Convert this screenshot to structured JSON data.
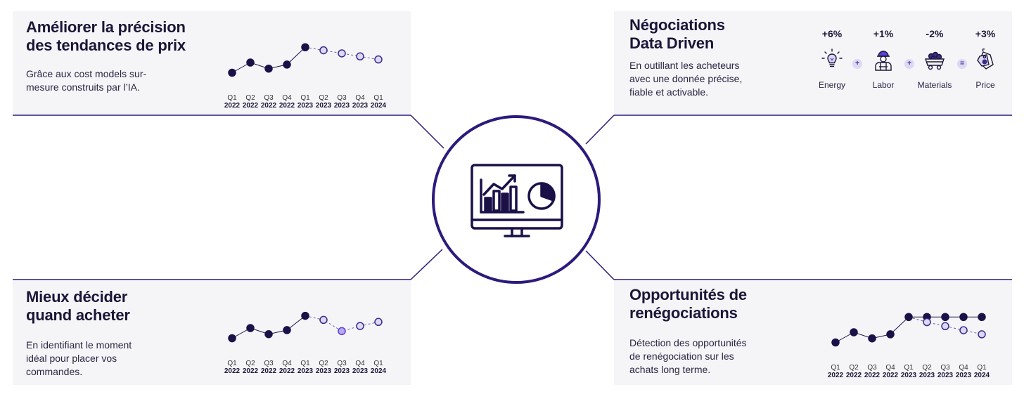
{
  "colors": {
    "accent": "#2d1a7c",
    "dark_point": "#1b1148",
    "forecast_fill": "#ddd8f3",
    "highlight_fill": "#b9a7f2",
    "panel_bg": "#f5f5f8"
  },
  "cards": {
    "top_left": {
      "title_line1": "Améliorer la précision",
      "title_line2": "des tendances de prix",
      "desc_line1": "Grâce aux cost models sur-",
      "desc_line2": "mesure construits par l’IA."
    },
    "top_right": {
      "title_line1": "Négociations",
      "title_line2": "Data Driven",
      "desc_line1": "En outillant les acheteurs",
      "desc_line2": "avec une donnée précise,",
      "desc_line3": "fiable et activable.",
      "factors": [
        {
          "pct": "+6%",
          "name": "Energy",
          "icon": "lightbulb-icon"
        },
        {
          "pct": "+1%",
          "name": "Labor",
          "icon": "worker-icon"
        },
        {
          "pct": "-2%",
          "name": "Materials",
          "icon": "mine-cart-icon"
        },
        {
          "pct": "+3%",
          "name": "Price",
          "icon": "price-tag-icon"
        }
      ],
      "operators": [
        "+",
        "+",
        "="
      ]
    },
    "bottom_left": {
      "title_line1": "Mieux décider",
      "title_line2": "quand acheter",
      "desc_line1": "En identifiant le moment",
      "desc_line2": "idéal pour placer vos",
      "desc_line3": "commandes."
    },
    "bottom_right": {
      "title_line1": "Opportunités de",
      "title_line2": "renégociations",
      "desc_line1": "Détection des opportunités",
      "desc_line2": "de renégociation sur les",
      "desc_line3": "achats long terme."
    }
  },
  "hub": {
    "icon": "monitor-analytics-icon"
  },
  "chart_data": [
    {
      "type": "line",
      "categories": [
        "Q1 2022",
        "Q2 2022",
        "Q3 2022",
        "Q4 2022",
        "Q1 2023",
        "Q2 2023",
        "Q3 2023",
        "Q4 2023",
        "Q1 2024"
      ],
      "series": [
        {
          "values": [
            1.0,
            2.0,
            1.4,
            1.8,
            3.5,
            null,
            null,
            null,
            null
          ],
          "style": "solid"
        },
        {
          "values": [
            null,
            null,
            null,
            null,
            3.5,
            3.2,
            2.9,
            2.6,
            2.3
          ],
          "style": "dashed"
        }
      ],
      "ylim": [
        0,
        4
      ]
    },
    {
      "type": "line",
      "categories": [
        "Q1 2022",
        "Q2 2022",
        "Q3 2022",
        "Q4 2022",
        "Q1 2023",
        "Q2 2023",
        "Q3 2023",
        "Q4 2023",
        "Q1 2024"
      ],
      "series": [
        {
          "values": [
            1.0,
            2.0,
            1.4,
            1.8,
            3.2,
            null,
            null,
            null,
            null
          ],
          "style": "solid"
        },
        {
          "values": [
            null,
            null,
            null,
            null,
            3.2,
            2.8,
            1.7,
            2.2,
            2.6
          ],
          "style": "dashed",
          "highlight_index": 6
        }
      ],
      "ylim": [
        0,
        4
      ]
    },
    {
      "type": "line",
      "categories": [
        "Q1 2022",
        "Q2 2022",
        "Q3 2022",
        "Q4 2022",
        "Q1 2023",
        "Q2 2023",
        "Q3 2023",
        "Q4 2023",
        "Q1 2024"
      ],
      "series": [
        {
          "values": [
            1.0,
            2.0,
            1.4,
            1.8,
            3.5,
            3.5,
            3.5,
            3.5,
            3.5
          ],
          "style": "solid"
        },
        {
          "values": [
            null,
            null,
            null,
            null,
            3.5,
            3.0,
            2.6,
            2.2,
            1.8
          ],
          "style": "dashed"
        }
      ],
      "ylim": [
        0,
        4
      ]
    }
  ]
}
